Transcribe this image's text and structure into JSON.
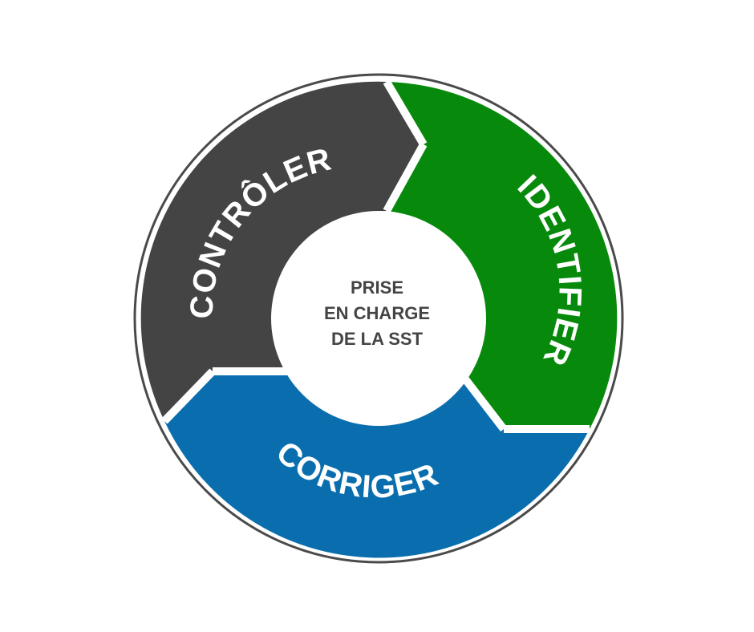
{
  "diagram": {
    "center": {
      "lines": [
        "PRISE",
        "EN CHARGE",
        "DE LA SST"
      ]
    },
    "segments": [
      {
        "id": "identifier",
        "label": "IDENTIFIER",
        "color": "#078a0c"
      },
      {
        "id": "corriger",
        "label": "CORRIGER",
        "color": "#0a6eae"
      },
      {
        "id": "controler",
        "label": "CONTRÔLER",
        "color": "#444444"
      }
    ],
    "outline_color": "#4a4a4a"
  }
}
